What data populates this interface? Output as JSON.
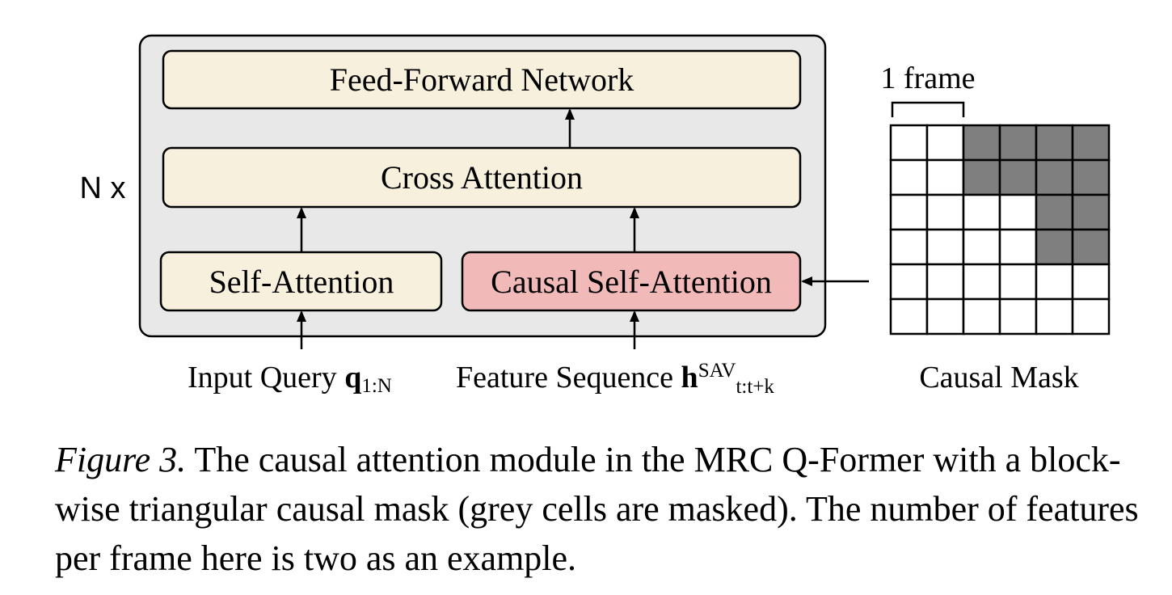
{
  "diagram": {
    "repeat_label": "N x",
    "blocks": {
      "ffn": "Feed-Forward Network",
      "cross_attention": "Cross Attention",
      "self_attention": "Self-Attention",
      "causal_self_attention": "Causal Self-Attention"
    },
    "inputs": {
      "query": {
        "prefix": "Input Query ",
        "symbol": "q",
        "subscript": "1:N"
      },
      "features": {
        "prefix": "Feature Sequence ",
        "symbol": "h",
        "superscript": "SAV",
        "subscript": "t:t+k"
      }
    },
    "mask": {
      "title": "Causal Mask",
      "frame_label": "1 frame",
      "rows": 6,
      "cols": 6,
      "masked": [
        [
          0,
          0,
          1,
          1,
          1,
          1
        ],
        [
          0,
          0,
          1,
          1,
          1,
          1
        ],
        [
          0,
          0,
          0,
          0,
          1,
          1
        ],
        [
          0,
          0,
          0,
          0,
          1,
          1
        ],
        [
          0,
          0,
          0,
          0,
          0,
          0
        ],
        [
          0,
          0,
          0,
          0,
          0,
          0
        ]
      ]
    },
    "colors": {
      "module_bg": "#e8e8e8",
      "block_bg": "#f7f0dd",
      "causal_block_bg": "#f2b9b9",
      "masked_cell": "#7f7f7f"
    }
  },
  "caption": {
    "label": "Figure 3.",
    "text": " The causal attention module in the MRC Q-Former with a block-wise triangular causal mask (grey cells are masked). The number of features per frame here is two as an example."
  }
}
